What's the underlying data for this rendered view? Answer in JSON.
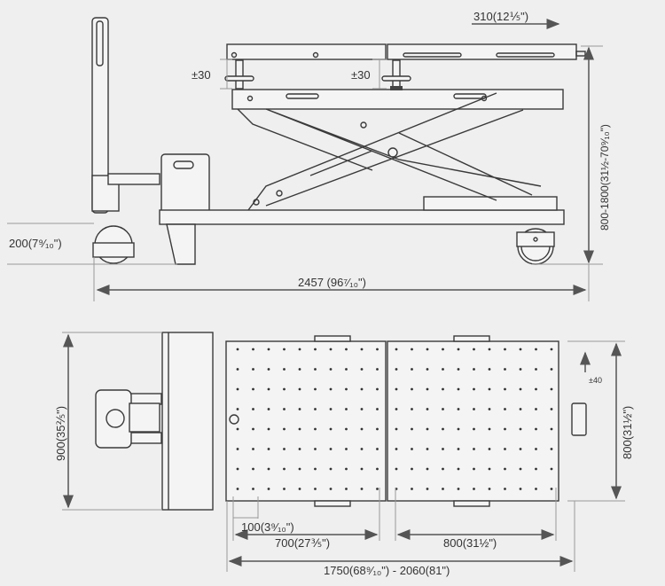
{
  "side_view": {
    "extension_label": "310(12⅕\")",
    "adjust_left_label": "±30",
    "adjust_right_label": "±30",
    "height_range_label": "800-1800(31½-70⁹⁄₁₀\")",
    "wheel_height_label": "200(7⁹⁄₁₀\")",
    "total_length_label": "2457 (96⁷⁄₁₀\")"
  },
  "top_view": {
    "width_label": "900(35⅖\")",
    "tilt_label": "±40",
    "table_width_label": "800(31½\")",
    "hole_pitch_label": "100(3⁹⁄₁₀\")",
    "left_section_label": "700(27⅗\")",
    "right_section_label": "800(31½\")",
    "table_length_label": "1750(68⁹⁄₁₀\") - 2060(81\")"
  },
  "colors": {
    "line": "#3a3a3a",
    "background": "#efefef"
  }
}
